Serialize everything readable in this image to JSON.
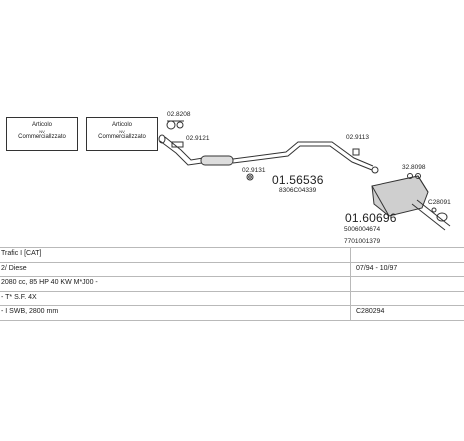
{
  "legend": [
    {
      "line1": "Articolo",
      "line2": "NV",
      "line3": "Commerciallzzato"
    },
    {
      "line1": "Articolo",
      "line2": "NV",
      "line3": "Commerciallzzato"
    }
  ],
  "parts": {
    "p1": "02.8208",
    "p2": "02.9121",
    "p3": "02.9131",
    "p4": "02.9113",
    "p5": "32.8098",
    "p6": "C28091",
    "main1_code": "01.56536",
    "main1_sub": "8306C04339",
    "main2_code": "01.60696",
    "main2_sub1": "5006004674",
    "main2_sub2": "7701001379"
  },
  "rows": [
    {
      "left": "Trafic I  [CAT]",
      "right": ""
    },
    {
      "left": "2/ Diese",
      "right": "07/94 - 10/97"
    },
    {
      "left": "2080 cc, 85 HP  40 KW  M*J00 -",
      "right": ""
    },
    {
      "left": "- T* S.F.  4X",
      "right": ""
    },
    {
      "left": "- I SWB, 2800 mm",
      "right": "C280294"
    }
  ]
}
